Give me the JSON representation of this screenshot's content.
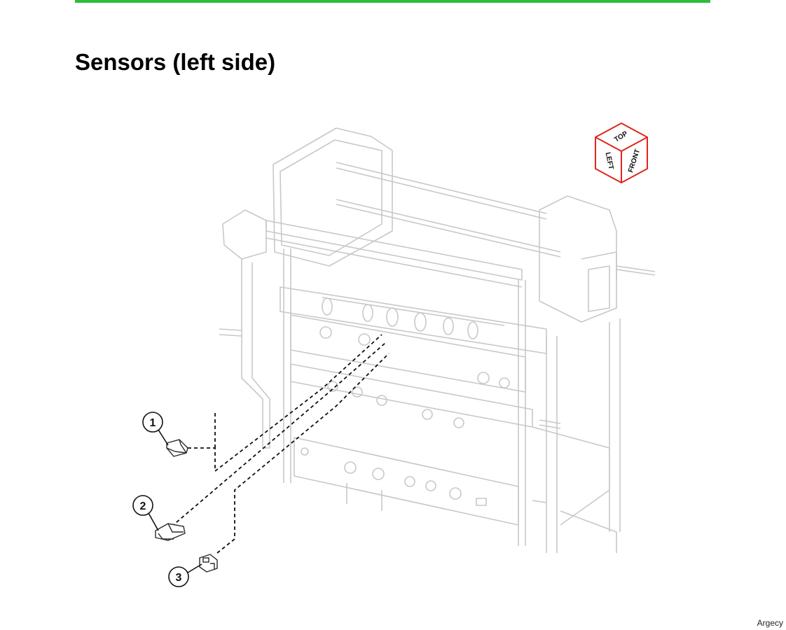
{
  "header": {
    "accent_color": "#2dbd3a"
  },
  "page": {
    "title": "Sensors (left side)"
  },
  "orientation_cube": {
    "icon": "orientation-cube-icon",
    "faces": {
      "top": "TOP",
      "left": "LEFT",
      "front": "FRONT"
    },
    "color": "#e1251b"
  },
  "callouts": [
    {
      "number": "1"
    },
    {
      "number": "2"
    },
    {
      "number": "3"
    }
  ],
  "footer": {
    "watermark": "Argecy"
  },
  "colors": {
    "frame": "#c8c8c8",
    "part": "#2a2a2a"
  }
}
